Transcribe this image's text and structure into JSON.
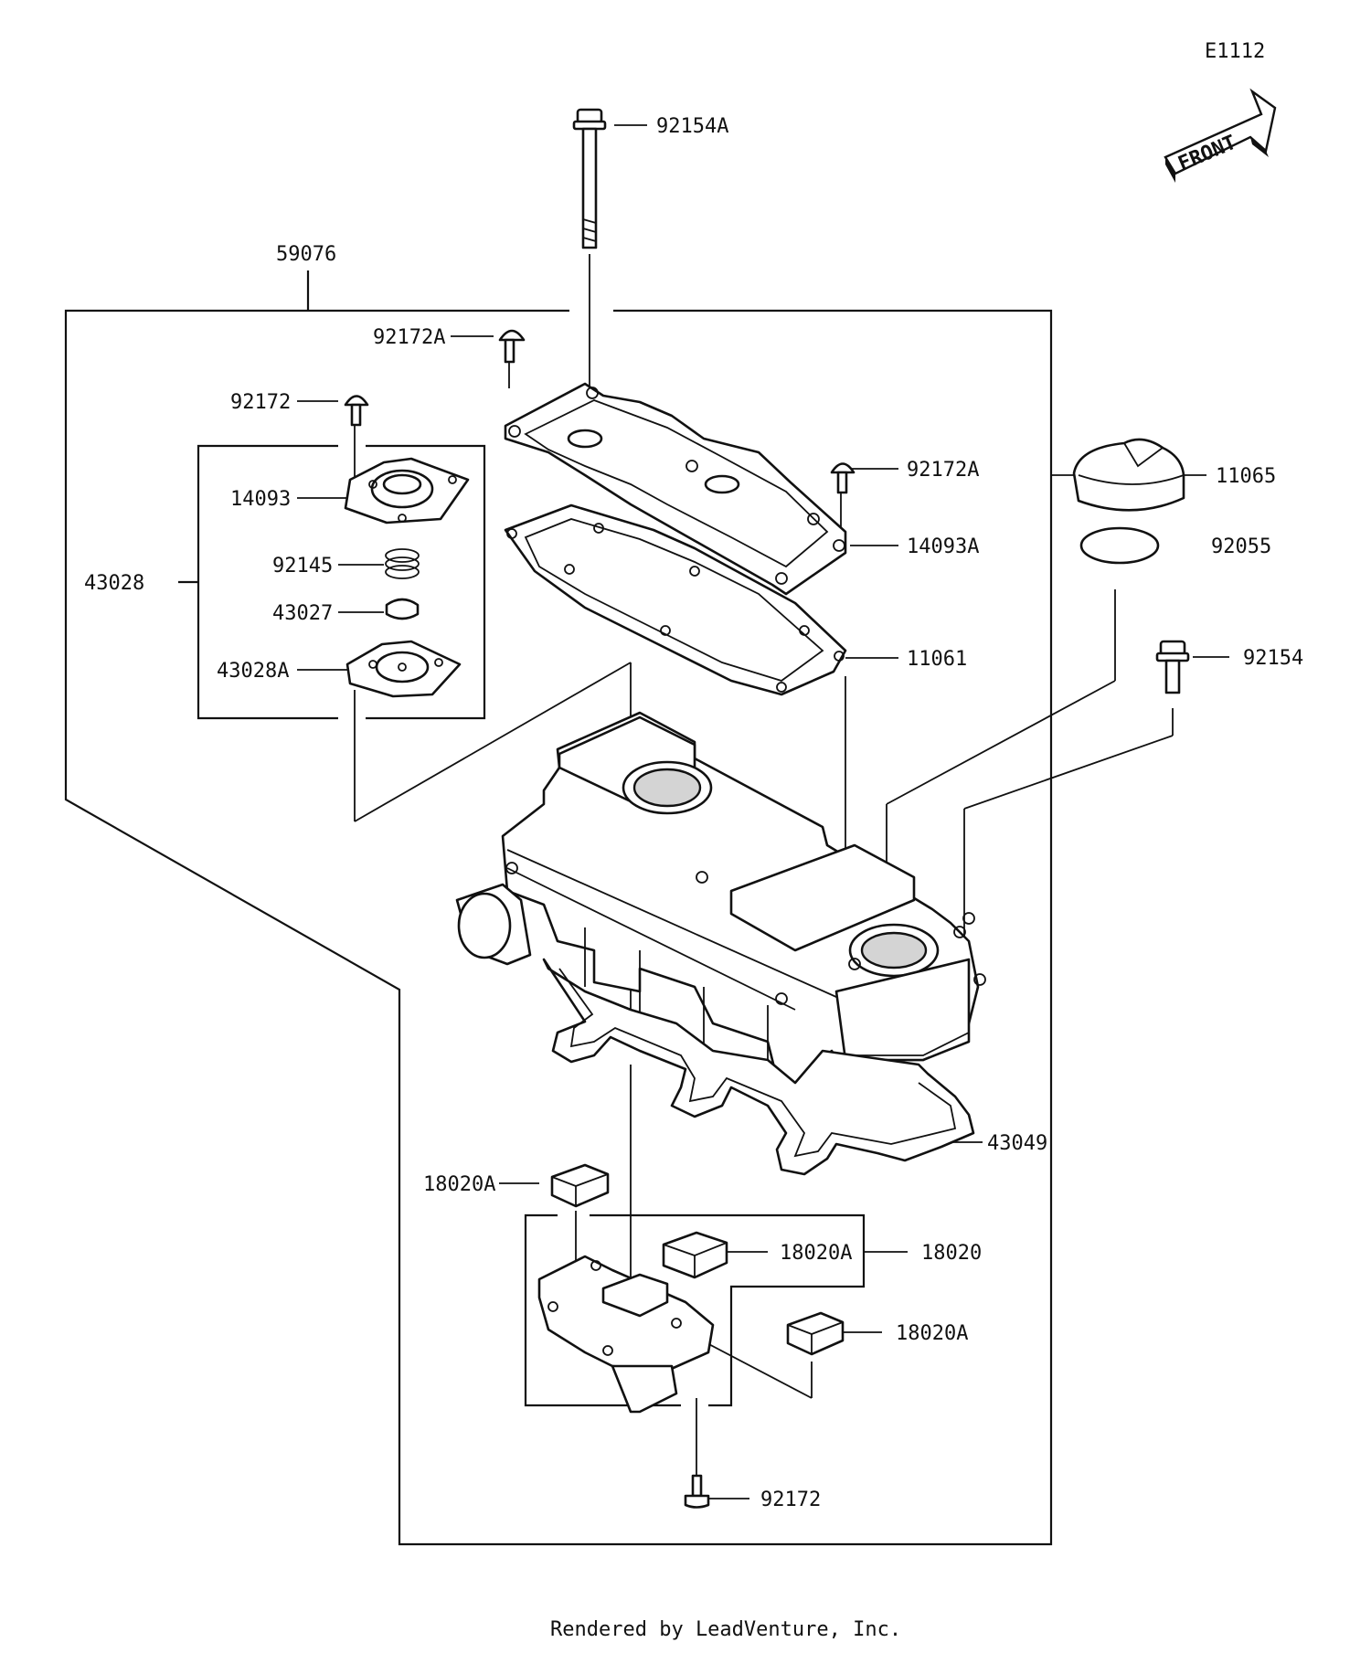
{
  "diagram": {
    "code": "E1112",
    "front_text": "FRONT",
    "footer": "Rendered by LeadVenture, Inc."
  },
  "callouts": {
    "c92154A": "92154A",
    "c59076": "59076",
    "c92172A_top": "92172A",
    "c92172_left": "92172",
    "c14093": "14093",
    "c43028": "43028",
    "c92145": "92145",
    "c43027": "43027",
    "c43028A": "43028A",
    "c92172A_right": "92172A",
    "c14093A": "14093A",
    "c11061": "11061",
    "c11065": "11065",
    "c92055": "92055",
    "c92154": "92154",
    "c43049": "43049",
    "c18020A_left": "18020A",
    "c18020A_mid": "18020A",
    "c18020": "18020",
    "c18020A_right": "18020A",
    "c92172_bottom": "92172"
  }
}
